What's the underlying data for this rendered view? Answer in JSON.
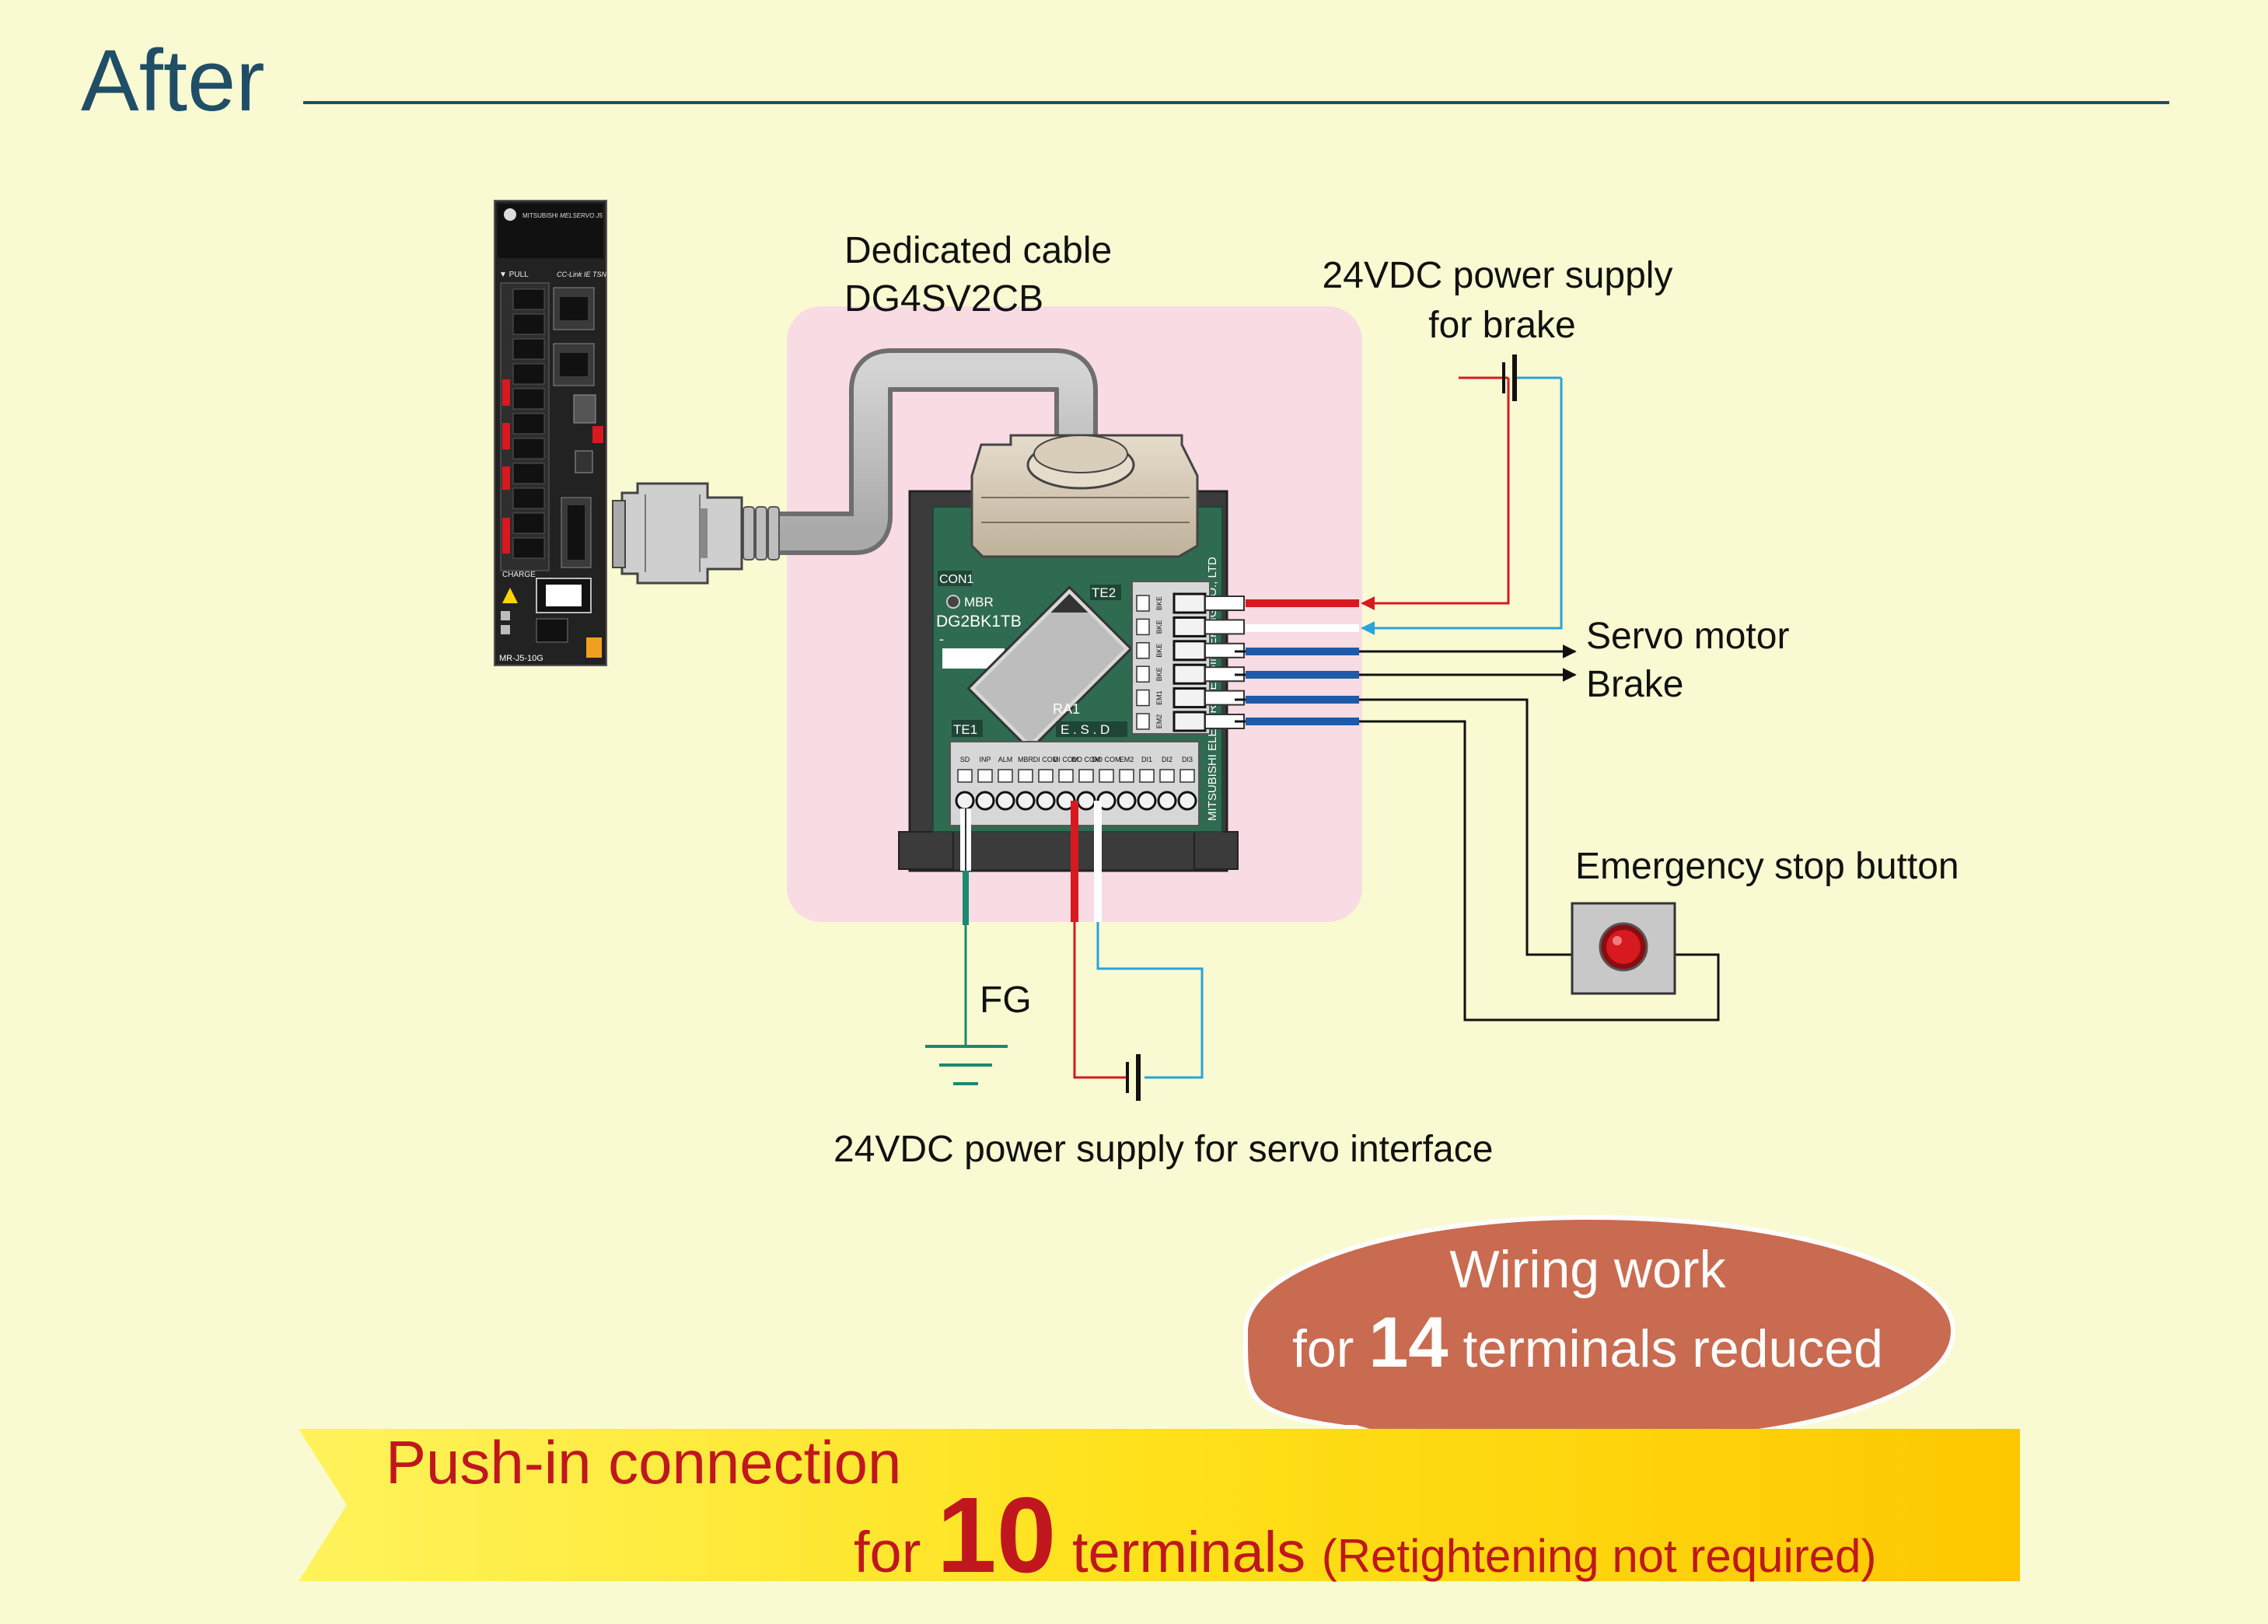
{
  "heading": "After",
  "servo_amp": {
    "pull": "▼ PULL",
    "network": "CC-Link IE TSN",
    "charge": "CHARGE",
    "model": "MR-J5-10G"
  },
  "cable_label": {
    "line1": "Dedicated cable",
    "line2": "DG4SV2CB"
  },
  "terminal_block": {
    "con1": "CON1",
    "mbr": "MBR",
    "model": "DG2BK1TB",
    "dash": "-",
    "te2": "TE2",
    "ra1": "RA1",
    "esd": "E . S . D",
    "te1": "TE1",
    "maker": "MITSUBISHI ELECTRIC ENGINEERING CO., LTD",
    "te1_terminals": [
      "SD",
      "INP",
      "ALM",
      "MBR",
      "DI COM",
      "DI COM",
      "DO COM",
      "DO COM",
      "EM2",
      "DI1",
      "DI2",
      "DI3"
    ],
    "te2_terminals": [
      "BKE",
      "BKE",
      "BKE",
      "BKE",
      "EM1",
      "EM2"
    ]
  },
  "labels": {
    "brake_supply_line1": "24VDC power supply",
    "brake_supply_line2": "for brake",
    "servo_motor": "Servo motor",
    "brake": "Brake",
    "estop": "Emergency stop button",
    "fg": "FG",
    "servo_supply": "24VDC power supply for servo interface"
  },
  "callout": {
    "line1": "Wiring work",
    "pre": "for",
    "number": "14",
    "post": "terminals reduced"
  },
  "banner": {
    "line1": "Push-in connection",
    "pre": "for",
    "number": "10",
    "post": "terminals",
    "note": "(Retightening not required)"
  },
  "colors": {
    "background": "#fafad2",
    "heading": "#1f4e66",
    "highlight_zone": "#f9dbe3",
    "wire_red": "#d71920",
    "wire_blue": "#1e5aa8",
    "wire_lightblue": "#29a3dd",
    "wire_green": "#1a8a6e",
    "callout": "#c96b50",
    "banner": "#ffd400",
    "banner_text": "#c0171e"
  }
}
